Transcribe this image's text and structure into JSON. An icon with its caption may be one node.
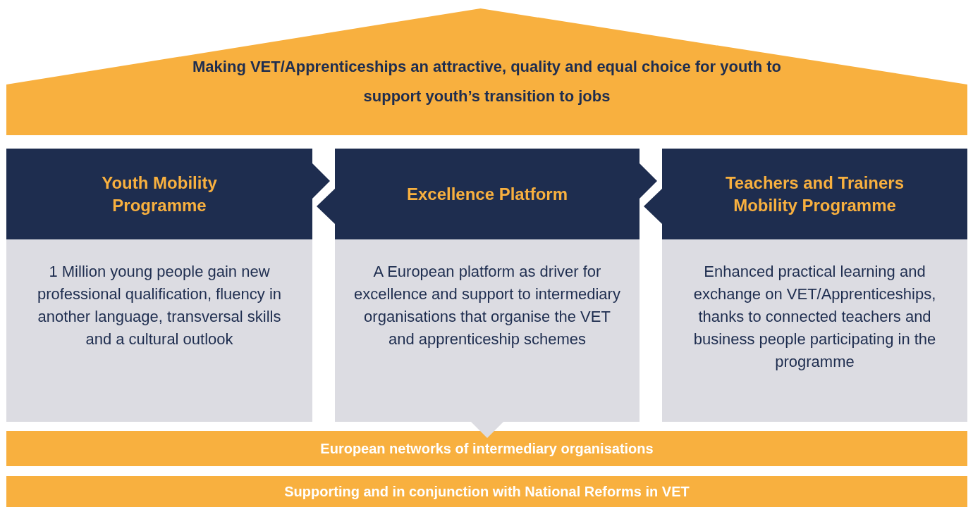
{
  "diagram": {
    "nodes": [
      {
        "text": [
          "Making VET/Apprenticeships an attractive, quality and equal choice for youth to support youth’s transition to jobs"
        ]
      },
      {
        "text": [
          "Youth Mobility Programme"
        ]
      },
      {
        "text": [
          "1 Million young people gain new professional qualification, fluency in another language, transversal skills and a cultural outlook"
        ]
      },
      {
        "text": [
          "Excellence Platform"
        ]
      },
      {
        "text": [
          "A European platform as driver for excellence and support to intermediary organisations that organise the VET and apprenticeship schemes"
        ]
      },
      {
        "text": [
          "Teachers and Trainers Mobility Programme"
        ]
      },
      {
        "text": [
          "Enhanced practical learning and exchange on VET/Apprenticeships, thanks to connected teachers and business people participating in the programme"
        ]
      },
      {
        "text": [
          "European networks of intermediary organisations"
        ]
      },
      {
        "text": [
          "Supporting and in conjunction with National Reforms in VET"
        ]
      }
    ],
    "edges": [
      {
        "from": 1,
        "to": 3,
        "arrow": "to"
      },
      {
        "from": 3,
        "to": 1,
        "arrow": "to"
      },
      {
        "from": 3,
        "to": 5,
        "arrow": "to"
      },
      {
        "from": 5,
        "to": 3,
        "arrow": "to"
      },
      {
        "from": 4,
        "to": 7,
        "arrow": "to",
        "color": "#dcdce2"
      }
    ]
  }
}
